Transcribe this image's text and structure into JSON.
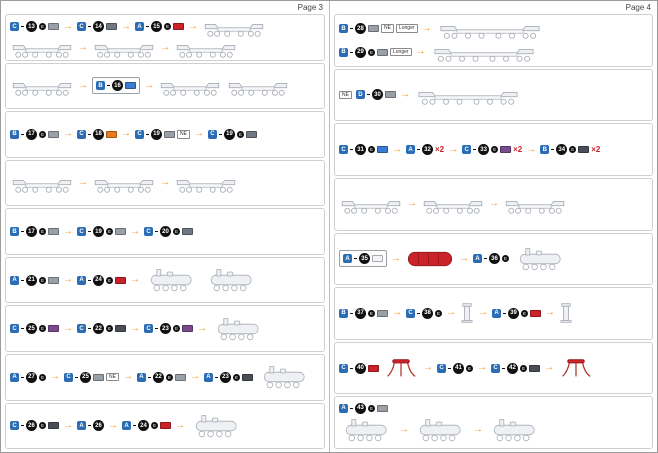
{
  "sheet_title": "model-assembly-instructions",
  "colors": {
    "accent_orange": "#f7941d",
    "accent_red": "#cc2229",
    "badge_blue": "#2a6db5",
    "badge_black": "#101010",
    "line_gray": "#a7adb5"
  },
  "icons": {
    "arrow": "→"
  },
  "pages": [
    {
      "header": "Page 3",
      "sections": [
        {
          "rows": [
            [
              {
                "t": "step",
                "letter": "C",
                "num": "13",
                "e": "E",
                "part": "#9aa0a8"
              },
              {
                "t": "arrow"
              },
              {
                "t": "step",
                "letter": "C",
                "num": "14",
                "part": "#6f7780"
              },
              {
                "t": "arrow"
              },
              {
                "t": "step",
                "letter": "A",
                "num": "15",
                "e": "E",
                "part": "#cc2229"
              },
              {
                "t": "arrow"
              },
              {
                "t": "veh",
                "kind": "flatcar"
              }
            ],
            [
              {
                "t": "veh",
                "kind": "flatcar"
              },
              {
                "t": "arrow"
              },
              {
                "t": "veh",
                "kind": "flatcar"
              },
              {
                "t": "arrow"
              },
              {
                "t": "veh",
                "kind": "flatcar"
              }
            ]
          ]
        },
        {
          "rows": [
            [
              {
                "t": "veh",
                "kind": "flatcar"
              },
              {
                "t": "arrow"
              },
              {
                "t": "step",
                "letter": "B",
                "num": "16",
                "boxed": true,
                "part": "#3a7bd5"
              },
              {
                "t": "arrow"
              },
              {
                "t": "veh",
                "kind": "flatcar"
              },
              {
                "t": "veh",
                "kind": "flatcar"
              }
            ]
          ]
        },
        {
          "rows": [
            [
              {
                "t": "step",
                "letter": "B",
                "num": "17",
                "e": "E",
                "part": "#9aa0a8"
              },
              {
                "t": "arrow"
              },
              {
                "t": "step",
                "letter": "C",
                "num": "18",
                "part": "#e87b1e"
              },
              {
                "t": "arrow"
              },
              {
                "t": "step",
                "letter": "C",
                "num": "19",
                "tags": [
                  "NE"
                ],
                "part": "#9aa0a8"
              },
              {
                "t": "arrow"
              },
              {
                "t": "step",
                "letter": "C",
                "num": "19",
                "e": "E",
                "part": "#6f7780"
              }
            ]
          ]
        },
        {
          "rows": [
            [
              {
                "t": "veh",
                "kind": "flatcar"
              },
              {
                "t": "arrow"
              },
              {
                "t": "veh",
                "kind": "flatcar"
              },
              {
                "t": "arrow"
              },
              {
                "t": "veh",
                "kind": "flatcar"
              }
            ]
          ]
        },
        {
          "rows": [
            [
              {
                "t": "step",
                "letter": "B",
                "num": "17",
                "e": "E",
                "part": "#9aa0a8"
              },
              {
                "t": "arrow"
              },
              {
                "t": "step",
                "letter": "C",
                "num": "19",
                "e": "E",
                "part": "#9aa0a8"
              },
              {
                "t": "arrow"
              },
              {
                "t": "step",
                "letter": "C",
                "num": "20",
                "e": "E",
                "part": "#6f7780"
              }
            ]
          ]
        },
        {
          "rows": [
            [
              {
                "t": "step",
                "letter": "A",
                "num": "21",
                "e": "E",
                "part": "#9aa0a8"
              },
              {
                "t": "arrow"
              },
              {
                "t": "step",
                "letter": "A",
                "num": "24",
                "e": "E",
                "part": "#cc2229"
              },
              {
                "t": "arrow"
              },
              {
                "t": "veh",
                "kind": "loco"
              },
              {
                "t": "veh",
                "kind": "loco"
              }
            ]
          ]
        },
        {
          "rows": [
            [
              {
                "t": "step",
                "letter": "C",
                "num": "25",
                "e": "E",
                "part": "#7a4a8f"
              },
              {
                "t": "arrow"
              },
              {
                "t": "step",
                "letter": "C",
                "num": "22",
                "e": "E",
                "part": "#4a4e57"
              },
              {
                "t": "arrow"
              },
              {
                "t": "step",
                "letter": "C",
                "num": "23",
                "e": "E",
                "part": "#7a4a8f"
              },
              {
                "t": "arrow"
              },
              {
                "t": "veh",
                "kind": "loco"
              }
            ]
          ]
        },
        {
          "rows": [
            [
              {
                "t": "step",
                "letter": "A",
                "num": "27",
                "e": "E"
              },
              {
                "t": "arrow"
              },
              {
                "t": "step",
                "letter": "C",
                "num": "25",
                "tags": [
                  "NE"
                ],
                "part": "#9aa0a8"
              },
              {
                "t": "arrow"
              },
              {
                "t": "step",
                "letter": "A",
                "num": "22",
                "e": "E",
                "part": "#9aa0a8"
              },
              {
                "t": "arrow"
              },
              {
                "t": "step",
                "letter": "A",
                "num": "23",
                "e": "E",
                "part": "#4a4e57"
              },
              {
                "t": "veh",
                "kind": "loco"
              }
            ]
          ]
        },
        {
          "rows": [
            [
              {
                "t": "step",
                "letter": "C",
                "num": "26",
                "e": "E",
                "part": "#4a4e57"
              },
              {
                "t": "arrow"
              },
              {
                "t": "step",
                "letter": "A",
                "num": "26"
              },
              {
                "t": "arrow"
              },
              {
                "t": "step",
                "letter": "A",
                "num": "24",
                "e": "E",
                "part": "#cc2229"
              },
              {
                "t": "arrow"
              },
              {
                "t": "veh",
                "kind": "loco"
              }
            ]
          ]
        }
      ]
    },
    {
      "header": "Page 4",
      "sections": [
        {
          "rows": [
            [
              {
                "t": "step",
                "letter": "B",
                "num": "28",
                "tags": [
                  "NE",
                  "Longer"
                ],
                "part": "#9aa0a8"
              },
              {
                "t": "arrow"
              },
              {
                "t": "veh",
                "kind": "flatlong"
              }
            ],
            [
              {
                "t": "step",
                "letter": "B",
                "num": "29",
                "e": "E",
                "tags": [
                  "Longer"
                ],
                "part": "#9aa0a8"
              },
              {
                "t": "arrow"
              },
              {
                "t": "veh",
                "kind": "flatlong"
              }
            ]
          ]
        },
        {
          "rows": [
            [
              {
                "t": "tag",
                "text": "NE"
              },
              {
                "t": "step",
                "letter": "D",
                "num": "30",
                "part": "#9aa0a8"
              },
              {
                "t": "arrow"
              },
              {
                "t": "veh",
                "kind": "flatlong"
              }
            ]
          ]
        },
        {
          "rows": [
            [
              {
                "t": "step",
                "letter": "C",
                "num": "31",
                "e": "E",
                "part": "#3a7bd5"
              },
              {
                "t": "arrow"
              },
              {
                "t": "step",
                "letter": "A",
                "num": "32",
                "note": "×2"
              },
              {
                "t": "arrow"
              },
              {
                "t": "step",
                "letter": "C",
                "num": "33",
                "e": "E",
                "note": "×2",
                "part": "#7a4a8f"
              },
              {
                "t": "arrow"
              },
              {
                "t": "step",
                "letter": "B",
                "num": "34",
                "e": "E",
                "note": "×2",
                "part": "#4a4e57"
              }
            ]
          ]
        },
        {
          "rows": [
            [
              {
                "t": "veh",
                "kind": "flatcar"
              },
              {
                "t": "arrow"
              },
              {
                "t": "veh",
                "kind": "flatcar"
              },
              {
                "t": "arrow"
              },
              {
                "t": "veh",
                "kind": "flatcar"
              }
            ]
          ]
        },
        {
          "rows": [
            [
              {
                "t": "step",
                "letter": "A",
                "num": "35",
                "boxed": true,
                "part": "#f4f4f8"
              },
              {
                "t": "arrow"
              },
              {
                "t": "veh",
                "kind": "redboiler"
              },
              {
                "t": "arrow"
              },
              {
                "t": "step",
                "letter": "A",
                "num": "36",
                "e": "E"
              },
              {
                "t": "veh",
                "kind": "loco"
              }
            ]
          ]
        },
        {
          "rows": [
            [
              {
                "t": "step",
                "letter": "B",
                "num": "37",
                "e": "E",
                "part": "#9aa0a8"
              },
              {
                "t": "arrow"
              },
              {
                "t": "step",
                "letter": "C",
                "num": "38",
                "e": "E"
              },
              {
                "t": "arrow"
              },
              {
                "t": "veh",
                "kind": "chimney"
              },
              {
                "t": "arrow"
              },
              {
                "t": "step",
                "letter": "A",
                "num": "39",
                "e": "E",
                "part": "#cc2229"
              },
              {
                "t": "arrow"
              },
              {
                "t": "veh",
                "kind": "chimney"
              }
            ]
          ]
        },
        {
          "rows": [
            [
              {
                "t": "step",
                "letter": "C",
                "num": "40",
                "part": "#cc2229"
              },
              {
                "t": "veh",
                "kind": "pipes"
              },
              {
                "t": "arrow"
              },
              {
                "t": "step",
                "letter": "C",
                "num": "41",
                "e": "E"
              },
              {
                "t": "arrow"
              },
              {
                "t": "step",
                "letter": "C",
                "num": "42",
                "e": "E",
                "part": "#4a4e57"
              },
              {
                "t": "arrow"
              },
              {
                "t": "veh",
                "kind": "pipes"
              }
            ]
          ]
        },
        {
          "rows": [
            [
              {
                "t": "step",
                "letter": "A",
                "num": "43",
                "e": "E",
                "part": "#9aa0a8"
              }
            ],
            [
              {
                "t": "veh",
                "kind": "loco"
              },
              {
                "t": "arrow"
              },
              {
                "t": "veh",
                "kind": "loco"
              },
              {
                "t": "arrow"
              },
              {
                "t": "veh",
                "kind": "loco"
              }
            ]
          ]
        }
      ]
    }
  ]
}
